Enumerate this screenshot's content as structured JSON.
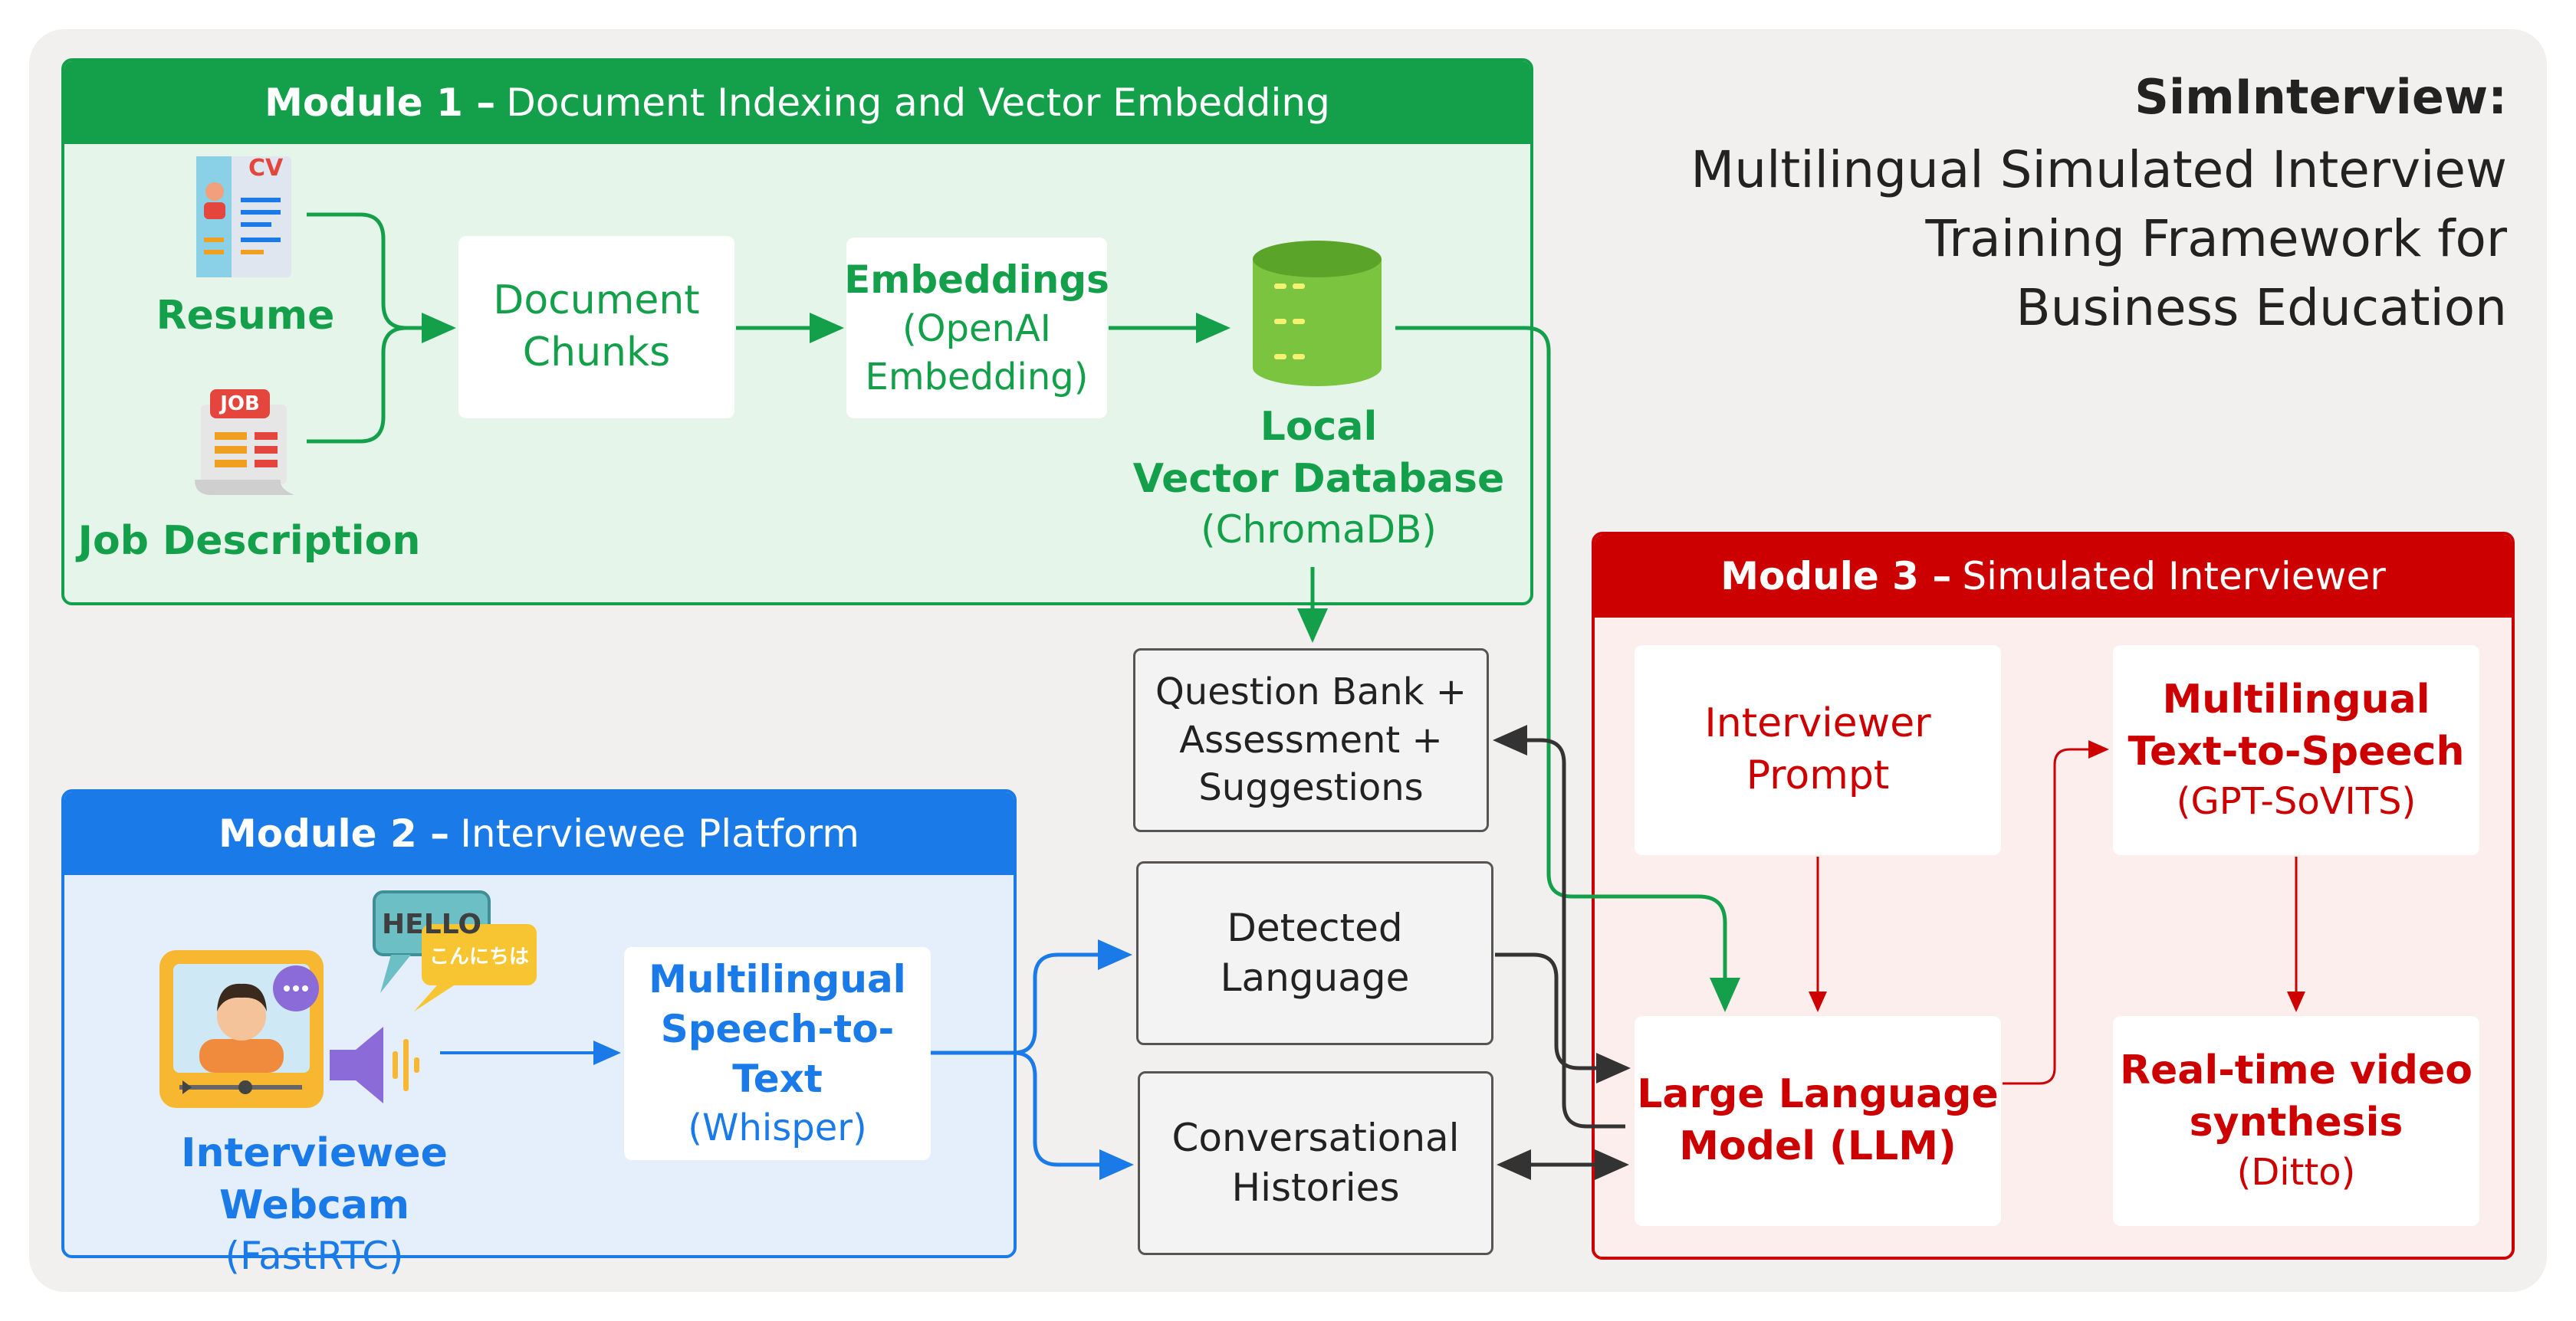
{
  "title": {
    "main": "SimInterview:",
    "sub": [
      "Multilingual Simulated Interview",
      "Training Framework for",
      "Business Education"
    ]
  },
  "module1": {
    "label_bold": "Module 1 –",
    "label_rest": "Document Indexing and Vector Embedding",
    "resume": "Resume",
    "job_description": "Job Description",
    "cv_badge": "CV",
    "job_badge": "JOB",
    "document_chunks": [
      "Document",
      "Chunks"
    ],
    "embeddings_title": "Embeddings",
    "embeddings_sub": [
      "(OpenAI",
      "Embedding)"
    ],
    "vector_db_title": [
      "Local",
      "Vector Database"
    ],
    "vector_db_sub": "(ChromaDB)"
  },
  "module2": {
    "label_bold": "Module 2 –",
    "label_rest": "Interviewee Platform",
    "hello": "HELLO",
    "konnichiwa": "こんにちは",
    "webcam_title": "Interviewee Webcam",
    "webcam_sub": "(FastRTC)",
    "stt_title": [
      "Multilingual",
      "Speech-to-Text"
    ],
    "stt_sub": "(Whisper)"
  },
  "shared": {
    "question_bank": [
      "Question Bank +",
      "Assessment +",
      "Suggestions"
    ],
    "detected_language": [
      "Detected",
      "Language"
    ],
    "conversational_histories": [
      "Conversational",
      "Histories"
    ]
  },
  "module3": {
    "label_bold": "Module 3 –",
    "label_rest": "Simulated Interviewer",
    "prompt": [
      "Interviewer",
      "Prompt"
    ],
    "tts_title": [
      "Multilingual",
      "Text-to-Speech"
    ],
    "tts_sub": "(GPT-SoVITS)",
    "llm": [
      "Large Language",
      "Model (LLM)"
    ],
    "video_title": [
      "Real-time video",
      "synthesis"
    ],
    "video_sub": "(Ditto)"
  },
  "colors": {
    "green": "#14a04a",
    "blue": "#1a7ae8",
    "red": "#cc0000",
    "dark": "#333333",
    "canvas": "#f1f0ee"
  }
}
